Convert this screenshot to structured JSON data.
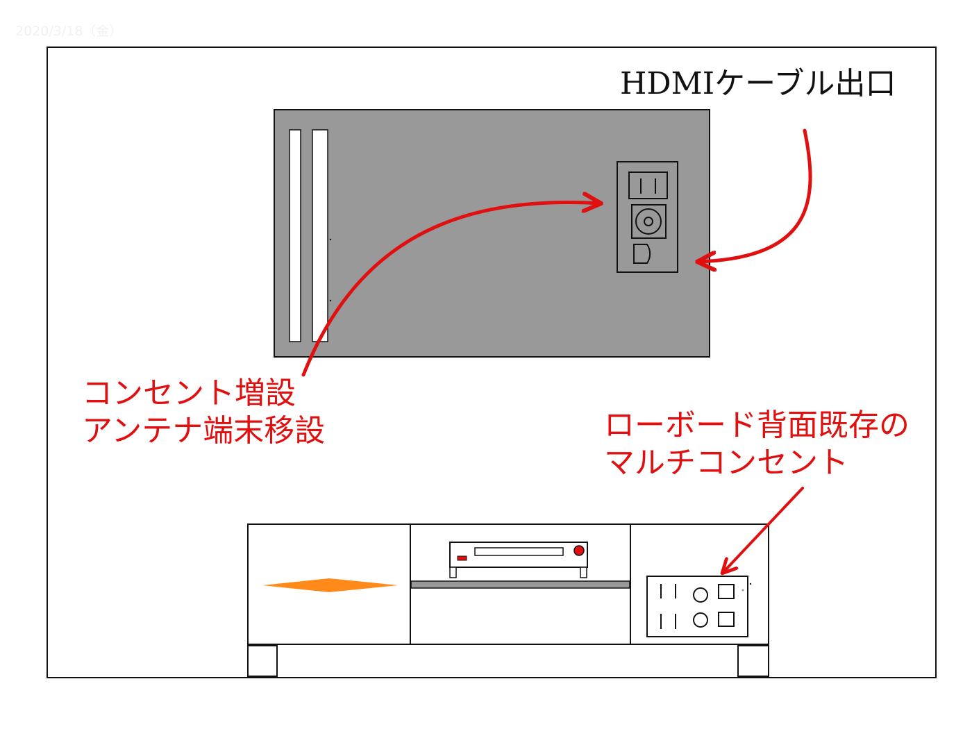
{
  "watermark": "2020/3/18（金）",
  "labels": {
    "hdmi_outlet": "HDMIケーブル出口",
    "new_outlet_line1": "コンセント増設",
    "new_outlet_line2": "アンテナ端末移設",
    "existing_outlet_line1": "ローボード背面既存の",
    "existing_outlet_line2": "マルチコンセント"
  },
  "colors": {
    "annotation": "#e01010",
    "wall_panel": "#999999",
    "outline": "#111111",
    "accent_orange": "#ff8a1a"
  },
  "icons": {
    "wall_outlet": "outlet-antenna-plate-icon",
    "multi_outlet": "multi-outlet-icon",
    "recorder": "video-recorder-icon"
  }
}
